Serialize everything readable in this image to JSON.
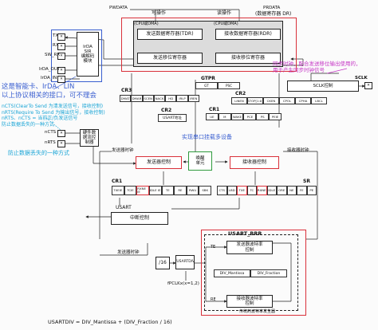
{
  "top_labels": {
    "pwdata": "PWDATA",
    "prdata": "PRDATA",
    "write_op": "写操作",
    "read_op": "读操作",
    "data_reg_dr": "(数据寄存器 DR)"
  },
  "cpu_dma_left": "(CPU或DMA)",
  "cpu_dma_right": "(CPU或DMA)",
  "tdr": "发送数据寄存器(TDR)",
  "rdr": "接收数据寄存器(RDR)",
  "tx_shift": "发送移位寄存器",
  "rx_shift": "接收移位寄存器",
  "pins": {
    "tx": "TX",
    "rx": "RX",
    "sw_rx": "SW_RX",
    "irda_out": "IrDA_OUT",
    "irda_in": "IrDA_IN",
    "ncts": "nCTS",
    "nrts": "nRTS",
    "sclk": "SCLK"
  },
  "irda_block": "IrDA\nSIR\n编解码\n模块",
  "hw_flow": "硬件数\n据流控\n制器",
  "gtpr": {
    "title": "GTPR",
    "gt": "GT",
    "psc": "PSC"
  },
  "sclk_ctrl": "SCLK控制",
  "cr2_top": {
    "title": "CR2",
    "cells": [
      "LINEN",
      "STOP[1:0]",
      "CKEN",
      "CPOL",
      "CPHA",
      "LBCL"
    ]
  },
  "cr3_top": {
    "title": "CR3",
    "cells": [
      "DMAT",
      "DMAR",
      "SCEN",
      "NACK",
      "HD",
      "IRLP",
      "IREN"
    ]
  },
  "cr2_addr": {
    "title": "CR2",
    "addr": "USART地址"
  },
  "cr1_top": {
    "title": "CR1",
    "cells": [
      "UE",
      "M",
      "WAKE",
      "PCE",
      "PS",
      "PEIE"
    ]
  },
  "wake_unit": "唤醒\n单元",
  "tx_ctrl": "发送器控制",
  "rx_ctrl": "接收器控制",
  "tx_clock": "发送器时钟",
  "rx_clock": "接收器时钟",
  "cr1_bottom": {
    "title": "CR1",
    "cells": [
      "TXEIE",
      "TCIE",
      "RXNE IE",
      "IDLE IE",
      "TE",
      "RE",
      "RWU",
      "SBK"
    ]
  },
  "sr": {
    "title": "SR",
    "cells": [
      "CTS",
      "LBD",
      "TXE",
      "TC",
      "RXNE",
      "IDLE",
      "ORE",
      "NE",
      "FE",
      "PE"
    ]
  },
  "usart_label": "USART",
  "int_ctrl": "中断控制",
  "tx_clock_bottom": "发送器时钟",
  "div16": "/16",
  "usartdiv": "/USARTDIV",
  "brr": {
    "title": "USART_BRR",
    "tx_baud": "发送器波特率\n控制",
    "te": "TE",
    "mant": "DIV_Mantissa",
    "frac": "DIV_Fraction",
    "rx_baud": "接收器波特率\n控制",
    "re": "RE",
    "caption": "传统的波特率发生器"
  },
  "fpclk": "fPCLKx(x=1,2)",
  "formula": "USARTDIV = DIV_Mantissa + (DIV_Fraction / 16)",
  "annotations": {
    "smartcard": "这是智能卡、IrDA、LIN\n以上协议相关的接口，可不理会",
    "cts_rts": "nCTS(ClearTo Send 为清发送信号，接收控制)\nnRTS(Require To Send 为输出信号，接收控制)\nnRTS、nCTS = 当前正/负发送信号\n防止数据丢失的一种方式",
    "baud_prevent": "防止数据丢失的一种方式",
    "wake_mount": "实现串口挂载多设备",
    "sync_clock": "同步时钟，配合发送移位输出使用的，\n用于产生同步时钟信号"
  },
  "colors": {
    "red": "#d9303a",
    "green": "#2f9a3d",
    "blue": "#3a5fd0",
    "cyan": "#1ba5d6",
    "magenta": "#c534c5",
    "gray": "#dcdcdc"
  }
}
